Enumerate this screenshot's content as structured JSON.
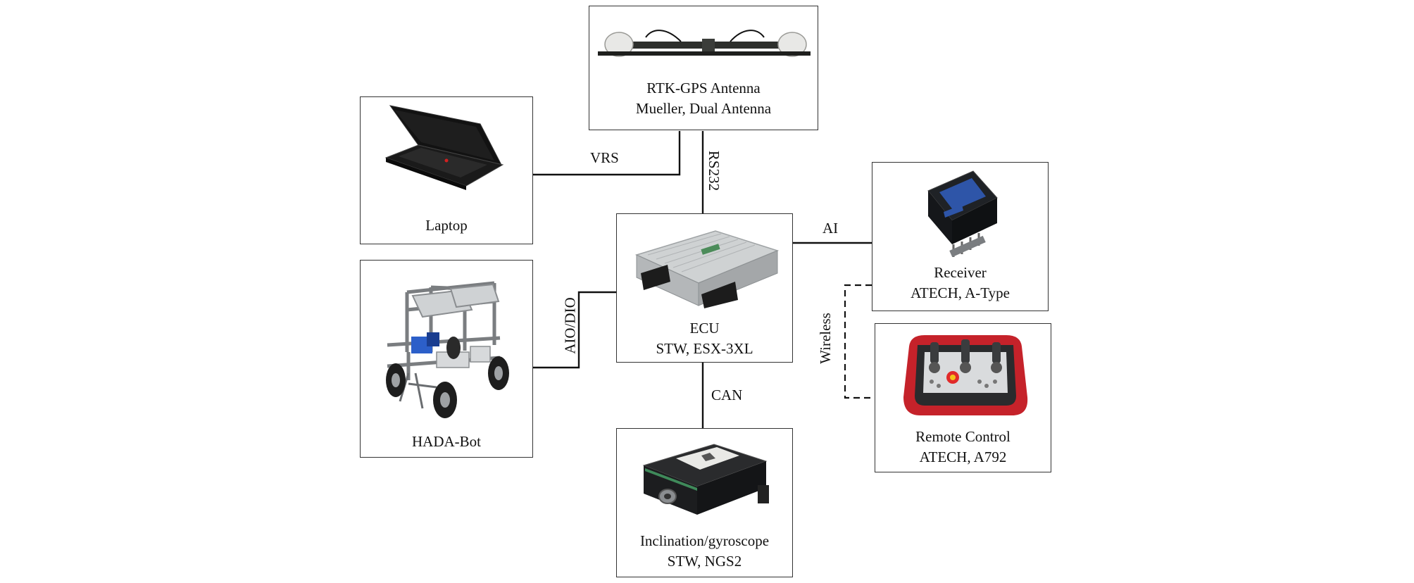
{
  "nodes": {
    "gps": {
      "line1": "RTK-GPS Antenna",
      "line2": "Mueller, Dual Antenna"
    },
    "laptop": {
      "line1": "Laptop"
    },
    "robot": {
      "line1": "HADA-Bot"
    },
    "ecu": {
      "line1": "ECU",
      "line2": "STW, ESX-3XL"
    },
    "receiver": {
      "line1": "Receiver",
      "line2": "ATECH, A-Type"
    },
    "remote": {
      "line1": "Remote Control",
      "line2": "ATECH, A792"
    },
    "imu": {
      "line1": "Inclination/gyroscope",
      "line2": "STW, NGS2"
    }
  },
  "connections": {
    "vrs": "VRS",
    "rs232": "RS232",
    "ai": "AI",
    "aio_dio": "AIO/DIO",
    "can": "CAN",
    "wireless": "Wireless"
  }
}
